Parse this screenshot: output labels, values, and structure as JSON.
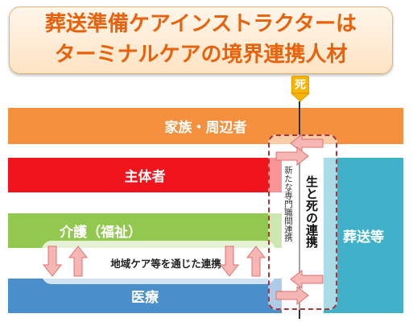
{
  "title": {
    "line1": "葬送準備ケアインストラクターは",
    "line2": "ターミナルケアの境界連携人材"
  },
  "marker": {
    "label": "死"
  },
  "bands": {
    "family": "家族・周辺者",
    "subject": "主体者",
    "care": "介護（福祉）",
    "medical": "医療",
    "funeral": "葬送等"
  },
  "region_label": "地域ケア等を通じた連携",
  "vertical_labels": {
    "new_collaboration": "新たな専門職間連携",
    "life_death_link": "生と死の連携"
  },
  "colors": {
    "title_text": "#e8620c",
    "family": "#f4903e",
    "subject": "#f0141c",
    "care": "#92c850",
    "medical": "#4a8fcb",
    "funeral": "#40b1c8",
    "marker": "#f7b400",
    "arrow_fill": "#f6b6b4",
    "arrow_stroke": "#e0706c",
    "frame": "#b03338"
  }
}
